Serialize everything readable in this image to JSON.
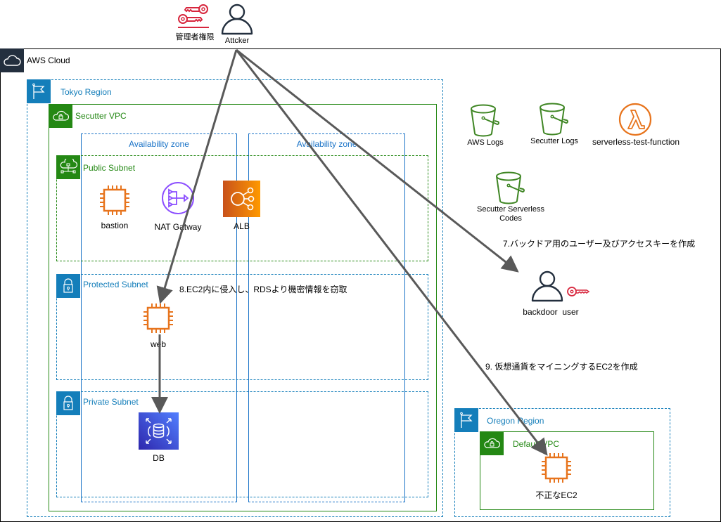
{
  "actors": {
    "attacker": {
      "label": "Attcker",
      "icon": "user-icon"
    },
    "admin_privilege": {
      "label": "管理者権限",
      "icon": "keys-icon"
    },
    "backdoor_user": {
      "label": "backdoor  user",
      "icon": "user-icon",
      "key_icon": "key-icon"
    }
  },
  "groups": {
    "aws_cloud": {
      "label": "AWS Cloud",
      "icon": "cloud-icon"
    },
    "tokyo_region": {
      "label": "Tokyo Region",
      "icon": "flag-icon"
    },
    "secutter_vpc": {
      "label": "Secutter VPC",
      "icon": "vpc-lock-cloud-icon"
    },
    "az1": {
      "label": "Availability zone"
    },
    "az2": {
      "label": "Availability zone"
    },
    "public_subnet": {
      "label": "Public Subnet",
      "icon": "public-subnet-icon"
    },
    "protected_subnet": {
      "label": "Protected Subnet",
      "icon": "lock-icon"
    },
    "private_subnet": {
      "label": "Private Subnet",
      "icon": "lock-icon"
    },
    "oregon_region": {
      "label": "Oregon Region",
      "icon": "flag-icon"
    },
    "default_vpc": {
      "label": "Default VPC",
      "icon": "vpc-lock-cloud-icon"
    }
  },
  "resources": {
    "bastion": {
      "label": "bastion",
      "icon": "ec2-instance-icon"
    },
    "nat": {
      "label": "NAT Gatway",
      "icon": "nat-gateway-icon"
    },
    "alb": {
      "label": "ALB",
      "icon": "elb-icon"
    },
    "web": {
      "label": "web",
      "icon": "ec2-instance-icon"
    },
    "db": {
      "label": "DB",
      "icon": "rds-icon"
    },
    "rogue_ec2": {
      "label": "不正なEC2",
      "icon": "ec2-instance-icon"
    },
    "aws_logs": {
      "label": "AWS Logs",
      "icon": "s3-bucket-icon"
    },
    "secutter_logs": {
      "label": "Secutter Logs",
      "icon": "s3-bucket-icon"
    },
    "lambda": {
      "label": "serverless-test-function",
      "icon": "lambda-icon"
    },
    "serverless_codes": {
      "label_line1": "Secutter Serverless",
      "label_line2": "Codes",
      "icon": "s3-bucket-icon"
    }
  },
  "annotations": {
    "step7": "7.バックドア用のユーザー及びアクセスキーを作成",
    "step8": "8.EC2内に侵入し、RDSより機密情報を窃取",
    "step9": "9. 仮想通貨をマイニングするEC2を作成"
  },
  "colors": {
    "aws_cloud": "#232f3e",
    "region": "#147eba",
    "vpc": "#248814",
    "az": "#1a73c7",
    "ec2": "#e7741d",
    "s3": "#3f8624",
    "lambda": "#e7741d",
    "nat": "#8c4fff",
    "rds": "#3b48cc",
    "key": "#d7263d",
    "arrow": "#595959"
  }
}
